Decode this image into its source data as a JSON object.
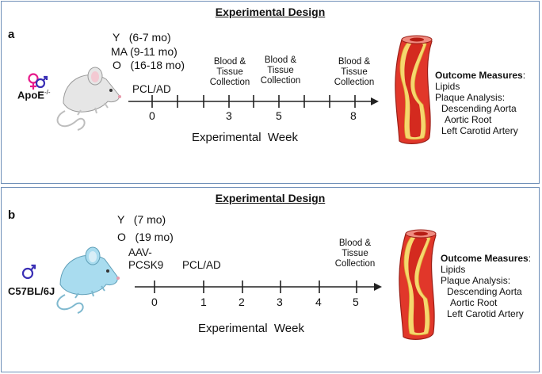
{
  "panels": [
    {
      "title": "Experimental Design",
      "letter": "a",
      "strain_prefix": "ApoE",
      "strain_super": "-/-",
      "groups": [
        "Y   (6-7 mo)",
        "MA (9-11 mo)",
        "O   (16-18 mo)"
      ],
      "treatment_label": "PCL/AD",
      "collections": [
        "Blood & Tissue Collection",
        "Blood & Tissue Collection",
        "Blood & Tissue Collection"
      ],
      "collection_lines": [
        [
          "Blood &",
          "Tissue",
          "Collection"
        ],
        [
          "Blood &",
          "Tissue",
          "Collection"
        ],
        [
          "Blood &",
          "Tissue",
          "Collection"
        ]
      ],
      "week_numbers": [
        "0",
        "3",
        "5",
        "8"
      ],
      "axis_label": "Experimental  Week",
      "outcome": {
        "heading": "Outcome Measures",
        "colon": ":",
        "items": [
          "Lipids",
          "Plaque Analysis:"
        ],
        "sub_items": [
          "Descending Aorta",
          "Aortic Root",
          "Left Carotid Artery"
        ]
      },
      "icons": [
        "female-symbol-icon",
        "male-symbol-icon",
        "mouse-icon",
        "artery-plaque-icon"
      ],
      "colors": {
        "mouse": "#e8e8e8",
        "female": "#e8198b",
        "male": "#3a2fb5"
      }
    },
    {
      "title": "Experimental Design",
      "letter": "b",
      "strain": "C57BL/6J",
      "groups": [
        "Y   (7 mo)",
        "O   (19 mo)"
      ],
      "vector_lines": [
        "AAV-",
        "PCSK9"
      ],
      "treatment_label": "PCL/AD",
      "collection_lines": [
        "Blood &",
        "Tissue",
        "Collection"
      ],
      "week_numbers": [
        "0",
        "1",
        "2",
        "3",
        "4",
        "5"
      ],
      "axis_label": "Experimental  Week",
      "outcome": {
        "heading": "Outcome Measures",
        "colon": ":",
        "items": [
          "Lipids",
          "Plaque Analysis:"
        ],
        "sub_items": [
          "Descending Aorta",
          "Aortic Root",
          "Left Carotid Artery"
        ]
      },
      "icons": [
        "male-symbol-icon",
        "mouse-icon",
        "artery-plaque-icon"
      ],
      "colors": {
        "mouse": "#a9dcef",
        "male": "#3a2fb5"
      }
    }
  ]
}
